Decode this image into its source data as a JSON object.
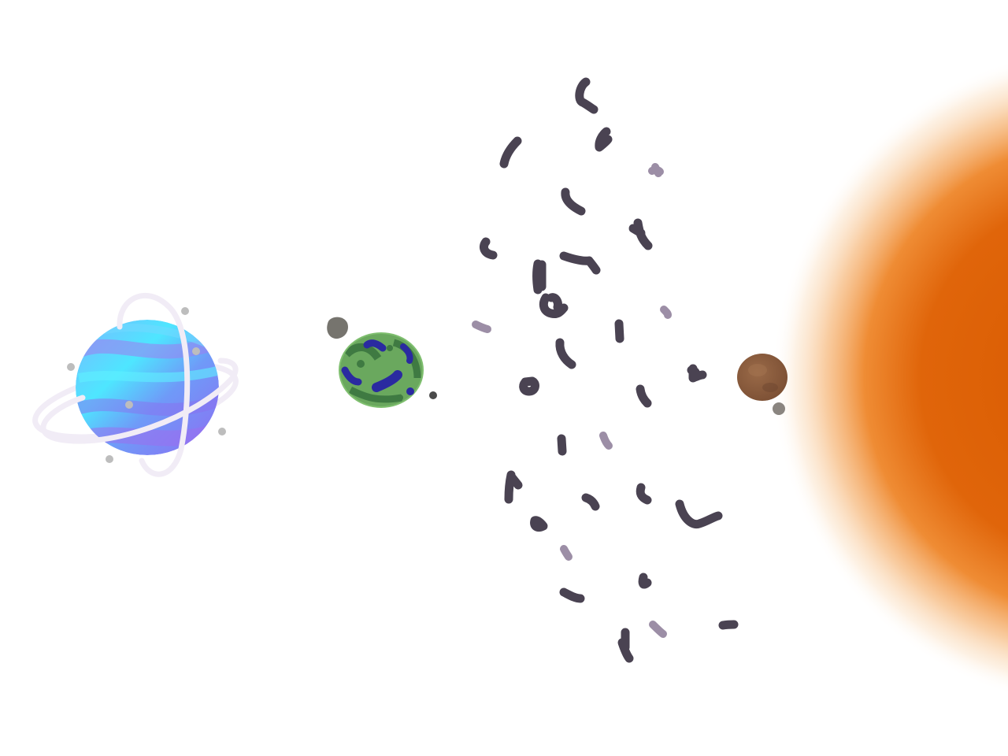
{
  "scene": {
    "description_visible_text": "",
    "background_color": "#ffffff",
    "palette": {
      "sun_core": "#e0650a",
      "sun_edge": "#f6b878",
      "ice_giant_cyan": "#4ee6ff",
      "ice_giant_violet": "#8e6cf2",
      "ring": "#f1ecf6",
      "green_planet": "#6aa85e",
      "green_planet_dark": "#3f7a42",
      "green_planet_spots": "#2a2aa0",
      "brown_planet": "#8a5a3a",
      "asteroid_dark": "#4a4352",
      "asteroid_light": "#9c8ea6",
      "moon_gray": "#76746e",
      "dust_gray": "#b9b9b9"
    },
    "objects": [
      {
        "id": "ringed-ice-planet",
        "kind": "planet with rings"
      },
      {
        "id": "green-planet",
        "kind": "planet"
      },
      {
        "id": "gray-moon",
        "kind": "moon"
      },
      {
        "id": "asteroid-belt",
        "kind": "asteroid field"
      },
      {
        "id": "brown-planet",
        "kind": "planet"
      },
      {
        "id": "sun",
        "kind": "star"
      }
    ]
  }
}
